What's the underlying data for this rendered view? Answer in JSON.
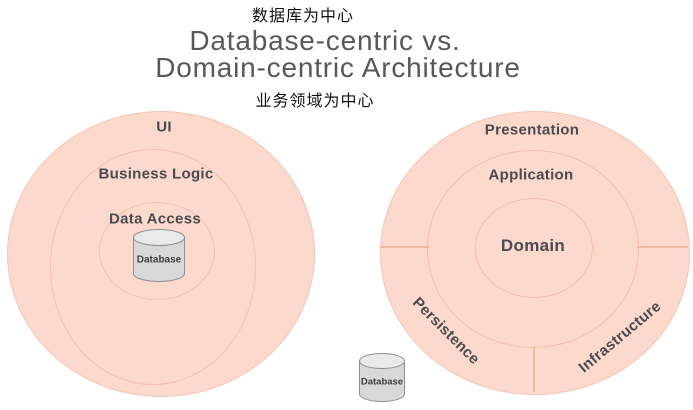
{
  "header": {
    "top_annotation": "数据库为中心",
    "title_line1": "Database-centric vs.",
    "title_line2": "Domain-centric Architecture",
    "bottom_annotation": "业务领域为中心"
  },
  "left_diagram": {
    "type": "concentric-rings",
    "outer_ring_label": "UI",
    "middle_ring_label": "Business Logic",
    "inner_ring_label": "Data Access",
    "center_icon": "database-cylinder-icon",
    "database_label": "Database"
  },
  "right_diagram": {
    "type": "concentric-rings-segmented",
    "outer_ring_top_label": "Presentation",
    "middle_ring_label": "Application",
    "core_label": "Domain",
    "outer_ring_bottom_left_label": "Persistence",
    "outer_ring_bottom_right_label": "Infrastructure",
    "external_icon": "database-cylinder-icon",
    "database_label": "Database"
  },
  "colors": {
    "ring_fill": "#fbd9cd",
    "ring_border": "#f4c0ab",
    "segment_divider": "#eeb8a3",
    "label_text": "#4a4b4d",
    "title_text": "#58585a",
    "annotation_text": "#121212",
    "cylinder_body": "#d8d8d8",
    "cylinder_top": "#eaeaea",
    "cylinder_border": "#909090"
  }
}
